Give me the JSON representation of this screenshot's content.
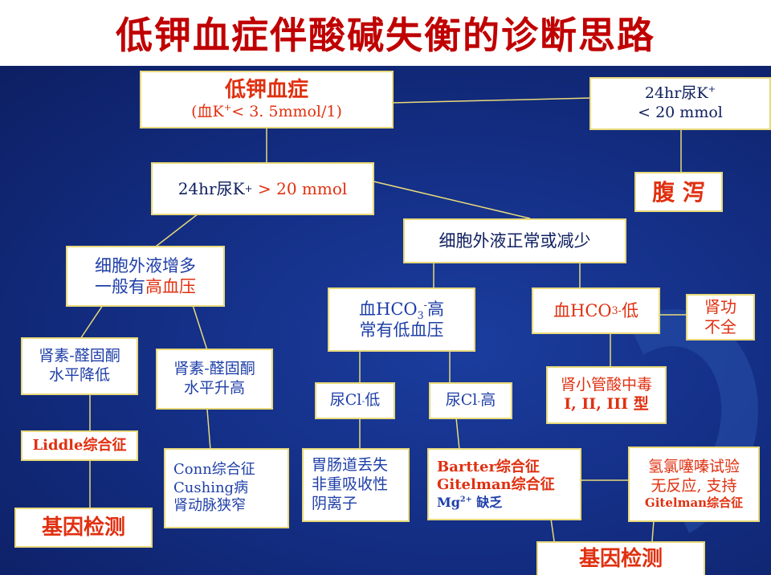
{
  "title": "低钾血症伴酸碱失衡的诊断思路",
  "nodes": {
    "hypokalemia": {
      "line1": "低钾血症",
      "line2_pre": "(血K",
      "line2_sup": "+",
      "line2_post": "< 3. 5mmol/1)"
    },
    "urine_low": {
      "line1_pre": "24hr尿K",
      "line1_sup": "+",
      "line2": "< 20 mmol"
    },
    "diarrhea": {
      "text": "腹 泻"
    },
    "urine_high": {
      "pre": "24hr尿K",
      "sup": "+",
      "mid": " > ",
      "post": "20 mmol"
    },
    "ecf_normal": {
      "text": "细胞外液正常或减少"
    },
    "ecf_increase": {
      "line1": "细胞外液增多",
      "line2_pre": "一般有",
      "line2_red": "高血压"
    },
    "hco3_high": {
      "line1_pre": "血HCO",
      "line1_sub": "3",
      "line1_sup": "-",
      "line1_post": "高",
      "line2": "常有低血压"
    },
    "hco3_low": {
      "pre": "血HCO",
      "sub": "3",
      "sup": "-",
      "post": "低"
    },
    "renal_insuff": {
      "line1": "肾功",
      "line2": "不全"
    },
    "renin_low": {
      "line1": "肾素-醛固酮",
      "line2": "水平降低"
    },
    "renin_high": {
      "line1": "肾素-醛固酮",
      "line2": "水平升高"
    },
    "urine_cl_low": {
      "pre": "尿Cl",
      "sup": "-",
      "post": "低"
    },
    "urine_cl_high": {
      "pre": "尿Cl",
      "sup": "-",
      "post": "高"
    },
    "rta": {
      "line1": "肾小管酸中毒",
      "line2": "I, II, III 型"
    },
    "liddle": {
      "text": "Liddle综合征"
    },
    "conn": {
      "line1": "Conn综合征",
      "line2": "Cushing病",
      "line3": "肾动脉狭窄"
    },
    "gi_loss": {
      "line1": "胃肠道丢失",
      "line2": "非重吸收性",
      "line3": "阴离子"
    },
    "bartter": {
      "line1": "Bartter综合征",
      "line2": "Gitelman综合征",
      "line3_pre": "Mg",
      "line3_sup": "2+",
      "line3_post": " 缺乏"
    },
    "thiazide": {
      "line1": "氢氯噻嗪试验",
      "line2": "无反应, 支持",
      "line3": "Gitelman综合征"
    },
    "gene_left": {
      "text": "基因检测"
    },
    "gene_right": {
      "text": "基因检测"
    }
  },
  "colors": {
    "title": "#c00000",
    "accent_red": "#e03010",
    "text_blue": "#1f3fa8",
    "connector": "#e8d97a",
    "background": "#142f86"
  }
}
